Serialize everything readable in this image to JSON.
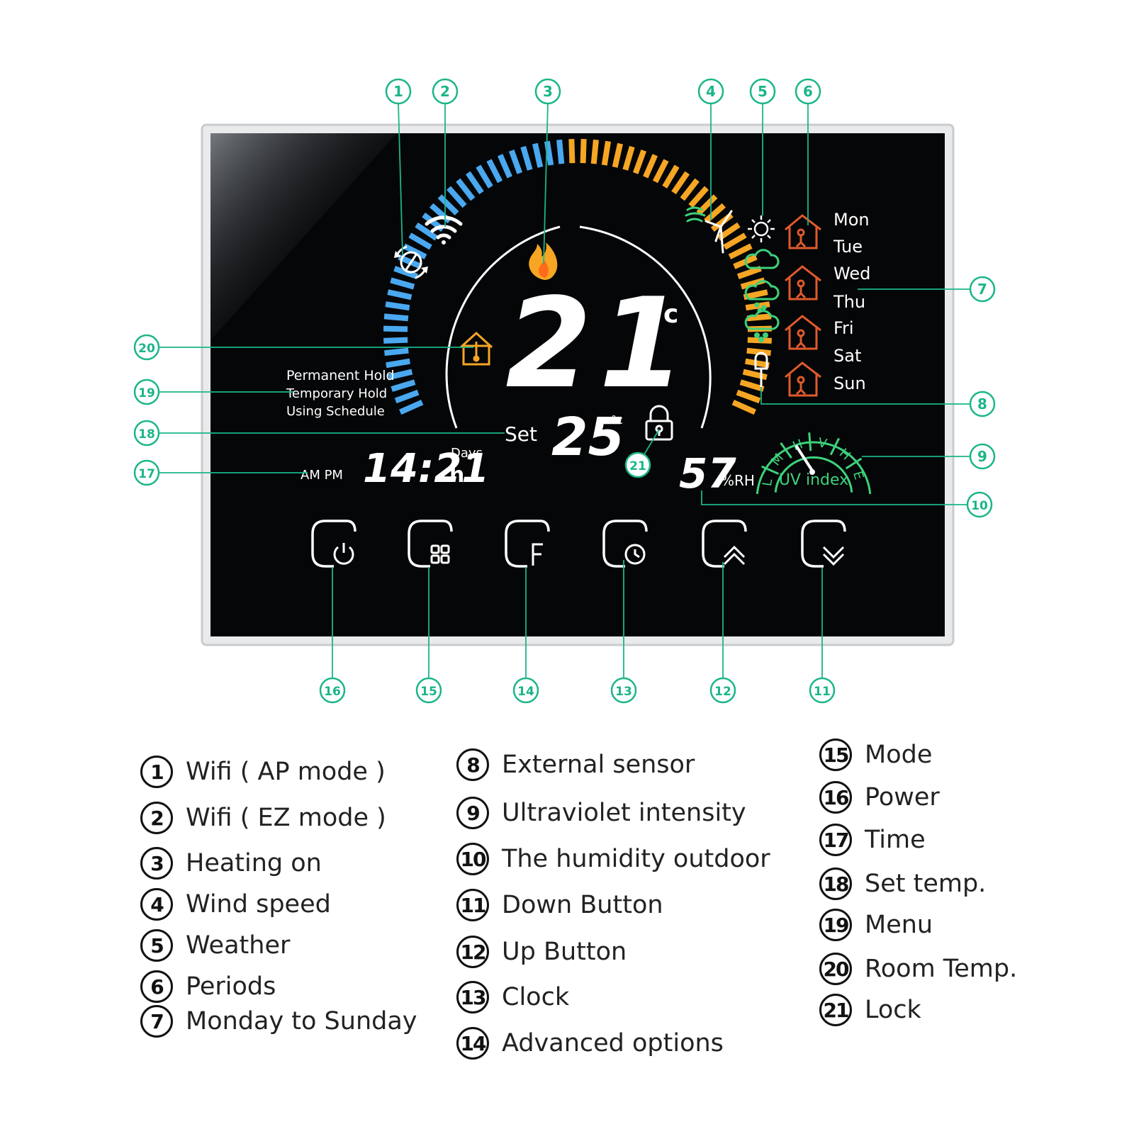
{
  "display": {
    "room_temp": "21",
    "room_temp_unit": "°c",
    "set_label": "Set",
    "set_temp": "25",
    "set_temp_unit": "°c",
    "clock_time": "14:21",
    "clock_unit": "h",
    "days_label": "Days",
    "ampm_label": "AM PM",
    "humidity": "57",
    "humidity_unit": "%RH",
    "uv_label": "UV index",
    "uv_scale": [
      "L",
      "M",
      "H",
      "V",
      "H",
      "E"
    ],
    "hold_modes": [
      "Permanent Hold",
      "Temporary Hold",
      "Using Schedule"
    ],
    "weekdays": [
      "Mon",
      "Tue",
      "Wed",
      "Thu",
      "Fri",
      "Sat",
      "Sun"
    ]
  },
  "callouts": [
    "1",
    "2",
    "3",
    "4",
    "5",
    "6",
    "7",
    "8",
    "9",
    "10",
    "11",
    "12",
    "13",
    "14",
    "15",
    "16",
    "17",
    "18",
    "19",
    "20",
    "21"
  ],
  "buttons": [
    {
      "icon": "power-icon",
      "callout": "16"
    },
    {
      "icon": "mode-grid-icon",
      "callout": "15"
    },
    {
      "icon": "f-options-icon",
      "callout": "14"
    },
    {
      "icon": "clock-icon",
      "callout": "13"
    },
    {
      "icon": "chevron-up-icon",
      "callout": "12"
    },
    {
      "icon": "chevron-down-icon",
      "callout": "11"
    }
  ],
  "legend": {
    "col1": [
      {
        "num": "1",
        "text": "Wifi ( AP mode )"
      },
      {
        "num": "2",
        "text": "Wifi ( EZ mode )"
      },
      {
        "num": "3",
        "text": "Heating on"
      },
      {
        "num": "4",
        "text": "Wind speed"
      },
      {
        "num": "5",
        "text": "Weather"
      },
      {
        "num": "6",
        "text": "Periods"
      },
      {
        "num": "7",
        "text": "Monday to Sunday"
      }
    ],
    "col2": [
      {
        "num": "8",
        "text": "External sensor"
      },
      {
        "num": "9",
        "text": "Ultraviolet intensity"
      },
      {
        "num": "10",
        "text": "The humidity outdoor"
      },
      {
        "num": "11",
        "text": "Down Button"
      },
      {
        "num": "12",
        "text": "Up Button"
      },
      {
        "num": "13",
        "text": "Clock"
      },
      {
        "num": "14",
        "text": "Advanced options"
      }
    ],
    "col3": [
      {
        "num": "15",
        "text": "Mode"
      },
      {
        "num": "16",
        "text": "Power"
      },
      {
        "num": "17",
        "text": "Time"
      },
      {
        "num": "18",
        "text": "Set temp."
      },
      {
        "num": "19",
        "text": "Menu"
      },
      {
        "num": "20",
        "text": "Room Temp."
      },
      {
        "num": "21",
        "text": "Lock"
      }
    ]
  },
  "colors": {
    "callout": "#1bb58a",
    "screen": "#050608",
    "cold": "#4aa8f0",
    "warm": "#f6a623",
    "period": "#e05a2b",
    "uv": "#3dd17a",
    "text_white": "#ffffff"
  }
}
